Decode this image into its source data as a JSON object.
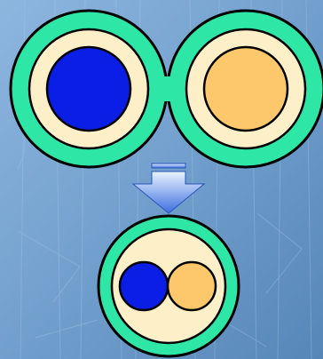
{
  "colors": {
    "background": "#6f9dcb",
    "background_light": "#8db6df",
    "background_dark": "#5686b8",
    "texture": "#a9c8e6",
    "outer_ring": "#2ee6a6",
    "inner_ring": "#fdf0c9",
    "blue_core": "#0a1ee6",
    "orange_core": "#fcc86b",
    "outline": "#000000",
    "arrow_top": "#e9f2ff",
    "arrow_bottom": "#3e6fe0"
  },
  "diagram": {
    "description_nodes": [
      {
        "id": "cell-left",
        "core": "blue"
      },
      {
        "id": "cell-right",
        "core": "orange"
      },
      {
        "id": "merged-cell",
        "cores": [
          "blue",
          "orange"
        ]
      }
    ],
    "arrow": {
      "direction": "down",
      "from": "pair",
      "to": "merged-cell"
    }
  }
}
